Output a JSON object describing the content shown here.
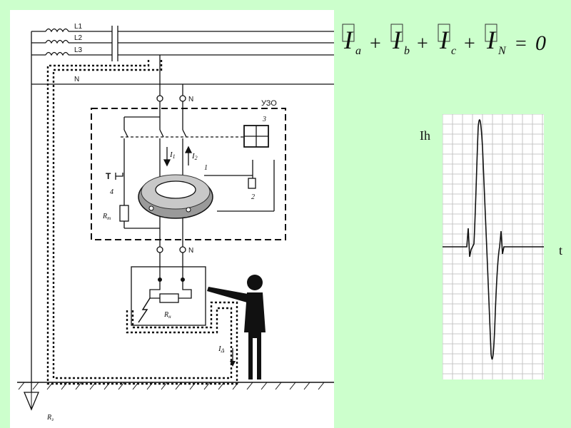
{
  "schematic": {
    "phase_labels": [
      "L1",
      "L2",
      "L3"
    ],
    "neutral_label": "N",
    "rcd_label": "УЗО",
    "terminal_n_top": "N",
    "terminal_n_bottom": "N",
    "current_1": "I",
    "current_1_sub": "1",
    "current_2": "I",
    "current_2_sub": "2",
    "part_1": "1",
    "part_2": "2",
    "part_3": "3",
    "part_4": "4",
    "test_button": "T",
    "resistor_test": "R",
    "resistor_test_sub": "т",
    "resistor_load": "R",
    "resistor_load_sub": "н",
    "leakage_current": "I",
    "leakage_current_sub": "Δ",
    "ground_resistor": "R",
    "ground_resistor_sub": "з"
  },
  "formula": {
    "terms": [
      {
        "symbol": "I",
        "sub": "a"
      },
      {
        "symbol": "I",
        "sub": "b"
      },
      {
        "symbol": "I",
        "sub": "c"
      },
      {
        "symbol": "I",
        "sub": "N"
      }
    ],
    "plus": "+",
    "equals": "=",
    "result": "0"
  },
  "waveform": {
    "y_label": "Ih",
    "x_label": "t",
    "grid_color": "#b8b8b8",
    "trace_color": "#111111"
  }
}
